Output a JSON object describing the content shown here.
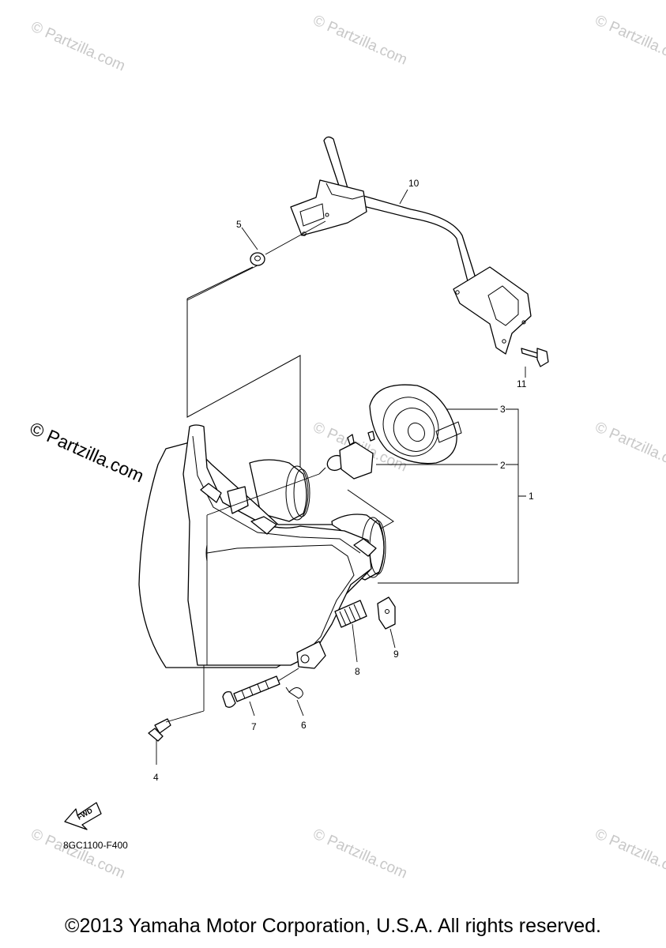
{
  "diagram": {
    "drawing_code": "8GC1100-F400",
    "fwd_label": "FWD",
    "copyright": "©2013 Yamaha Motor Corporation, U.S.A. All rights reserved.",
    "watermark": "© Partzilla.com",
    "watermark_featured": "© Partzilla.com",
    "callouts": [
      "1",
      "2",
      "3",
      "4",
      "5",
      "6",
      "7",
      "8",
      "9",
      "10",
      "11"
    ]
  }
}
